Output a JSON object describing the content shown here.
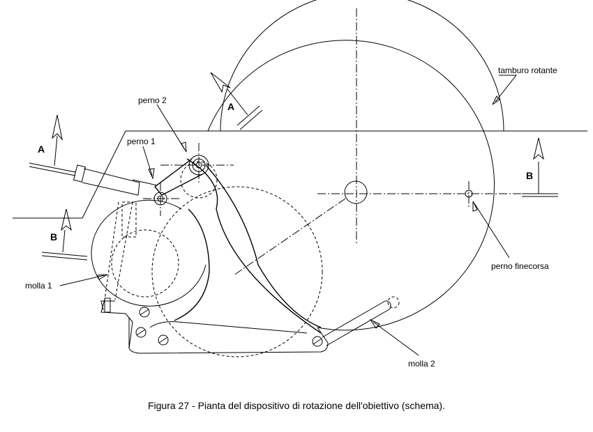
{
  "labels": {
    "tamburo_rotante": "tamburo rotante",
    "perno_2": "perno 2",
    "perno_1": "perno 1",
    "perno_finecorsa": "perno finecorsa",
    "molla_1": "molla 1",
    "molla_2": "molla 2",
    "section_a_left": "A",
    "section_a_top": "A",
    "section_b_left": "B",
    "section_b_right": "B"
  },
  "caption": "Figura 27 - Pianta del dispositivo di rotazione dell'obiettivo (schema)."
}
